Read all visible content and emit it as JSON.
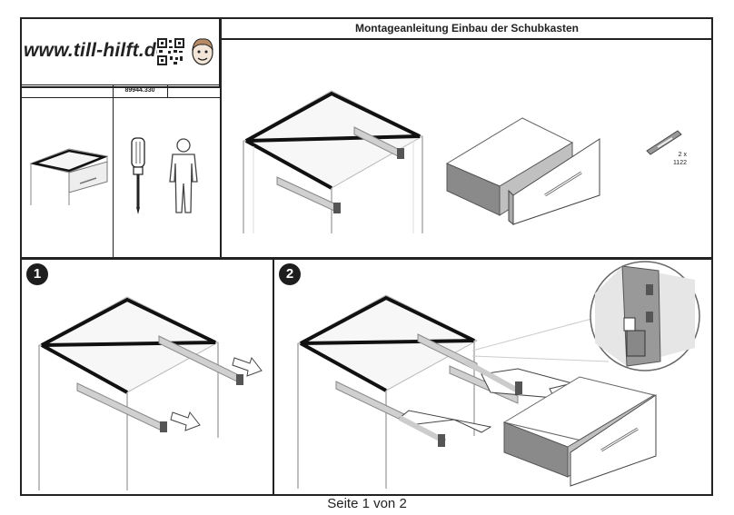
{
  "header": {
    "title": "Montageanleitung Einbau der Schubkasten",
    "logo_text": "www.till-hilft.de",
    "article_number": "89944.330"
  },
  "package": {
    "quantity": "2 x",
    "part_number": "1122",
    "icon": "screw-pack-icon"
  },
  "tools": [
    "screwdriver-icon",
    "person-icon"
  ],
  "steps": [
    {
      "number": "1"
    },
    {
      "number": "2"
    }
  ],
  "footer": {
    "page_label": "Seite 1 von 2"
  },
  "colors": {
    "line": "#222222",
    "panel_gray": "#8a8a8a",
    "light_gray": "#c8c8c8"
  }
}
